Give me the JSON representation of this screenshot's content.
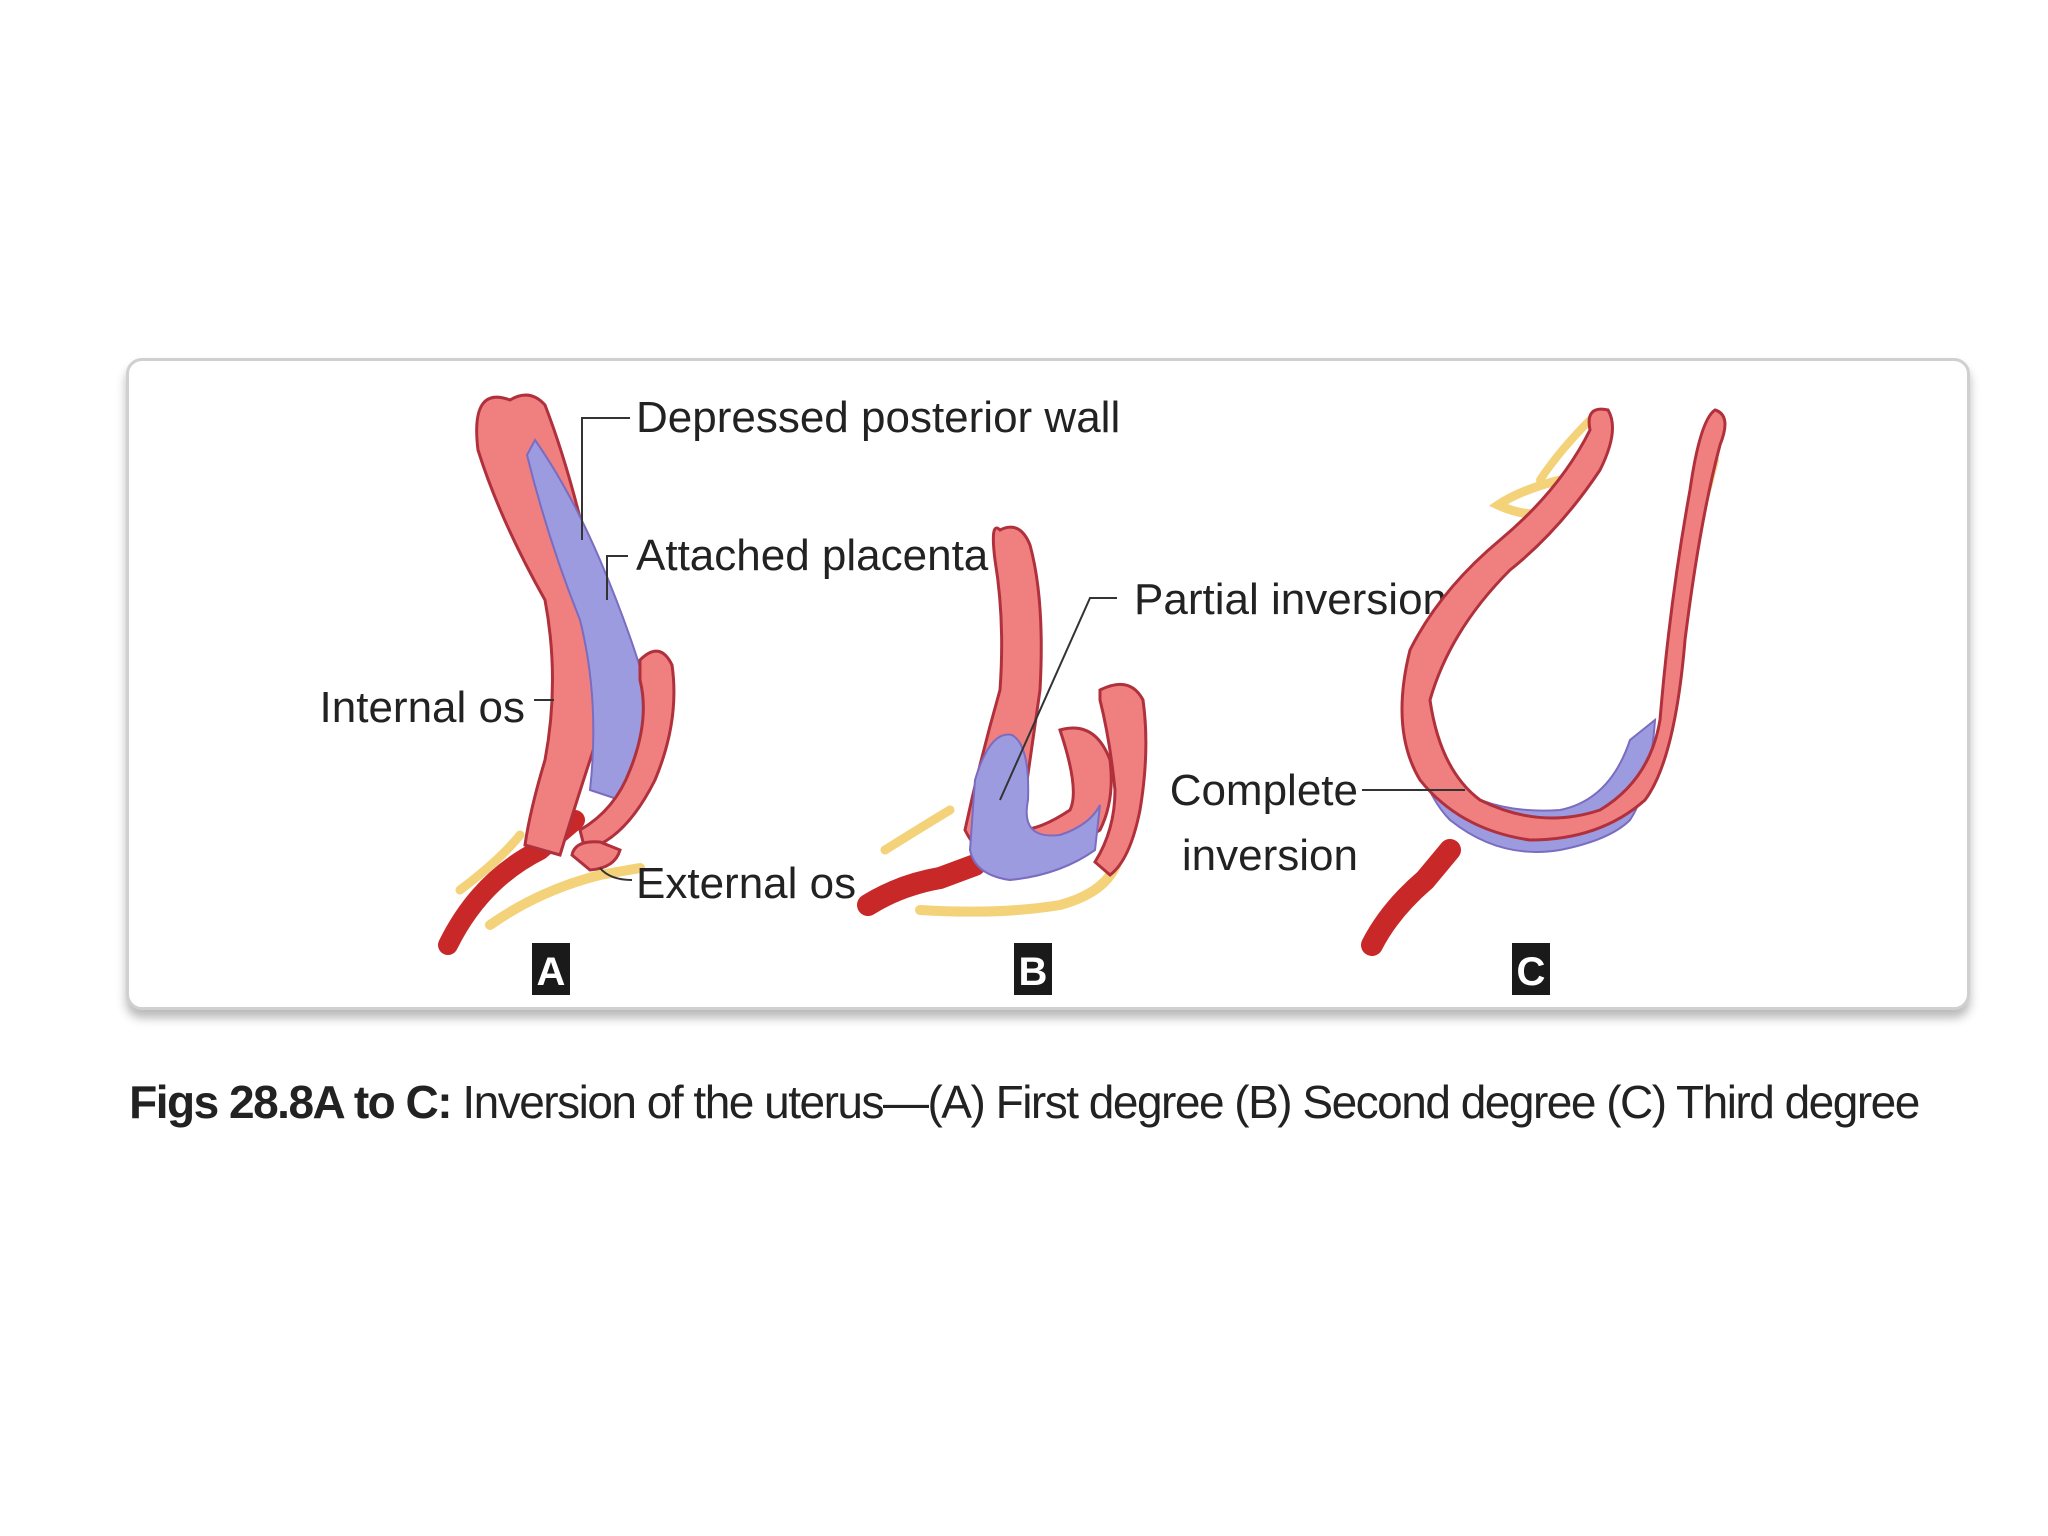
{
  "colors": {
    "uterus_wall": "#f08080",
    "uterus_edge": "#b0303c",
    "placenta": "#9c9be0",
    "vessel": "#c82828",
    "tube": "#f3d27a",
    "panel_border": "#d0d0d0",
    "letter_box": "#1a1a1a"
  },
  "panels": [
    {
      "letter": "A",
      "labels": {
        "depressed_posterior_wall": "Depressed posterior wall",
        "attached_placenta": "Attached placenta",
        "internal_os": "Internal os",
        "external_os": "External os"
      }
    },
    {
      "letter": "B",
      "labels": {
        "partial_inversion": "Partial inversion"
      }
    },
    {
      "letter": "C",
      "labels": {
        "complete_line1": "Complete",
        "complete_line2": "inversion"
      }
    }
  ],
  "caption": {
    "fig_number": "Figs 28.8A to C:",
    "text": " Inversion of the uterus—(A) First degree (B) Second degree (C) Third degree"
  }
}
